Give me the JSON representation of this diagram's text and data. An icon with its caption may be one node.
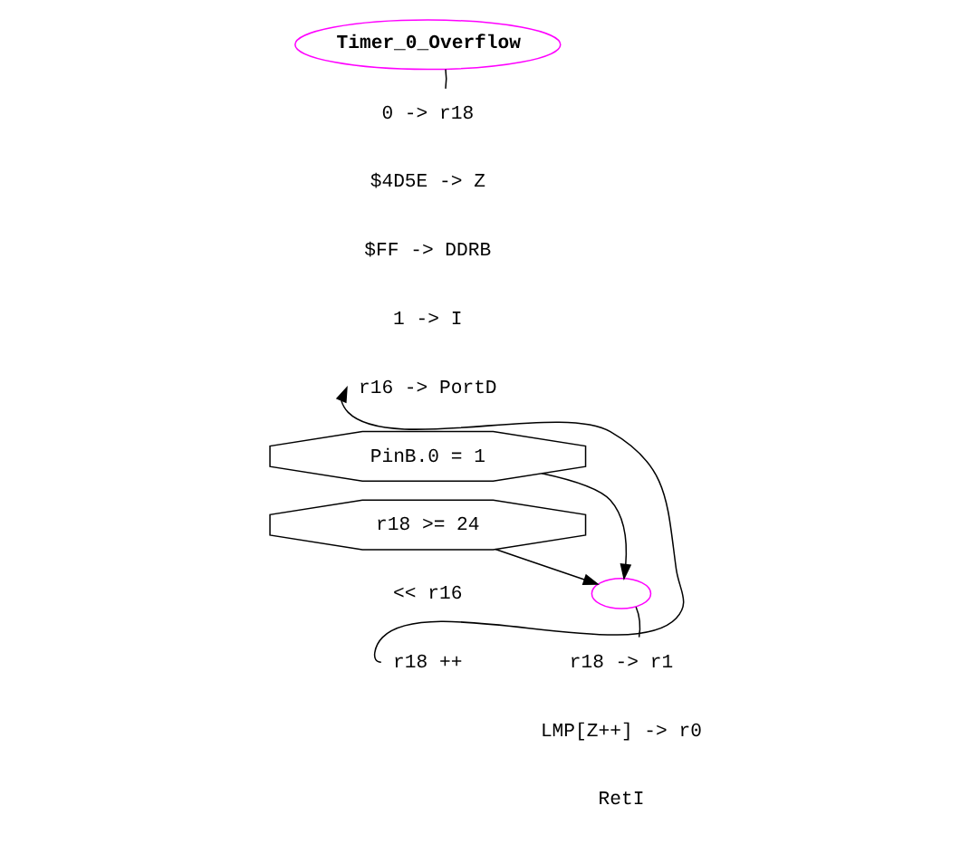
{
  "diagram": {
    "nodes": [
      {
        "text": [
          "Timer_0_Overflow"
        ]
      },
      {
        "text": [
          "0 -> r18"
        ]
      },
      {
        "text": [
          "$4D5E -> Z"
        ]
      },
      {
        "text": [
          "$FF -> DDRB"
        ]
      },
      {
        "text": [
          "1 -> I"
        ]
      },
      {
        "text": [
          "r16 -> PortD"
        ]
      },
      {
        "text": [
          "PinB.0 = 1"
        ]
      },
      {
        "text": [
          "r18 >= 24"
        ]
      },
      {
        "text": [
          "<< r16"
        ]
      },
      {
        "text": [
          "r18 ++"
        ]
      },
      {
        "text": [],
        "shape": "circle"
      },
      {
        "text": [
          "r18 -> r1"
        ]
      },
      {
        "text": [
          "LMP[Z++] -> r0"
        ]
      },
      {
        "text": [
          "RetI"
        ]
      }
    ],
    "edges": [
      {
        "from": 0,
        "to": 1,
        "arrow": "none"
      },
      {
        "from": 9,
        "to": 5,
        "arrow": "to"
      },
      {
        "from": 6,
        "to": 10,
        "arrow": "to"
      },
      {
        "from": 7,
        "to": 10,
        "arrow": "to"
      },
      {
        "from": 10,
        "to": 11,
        "arrow": "none"
      }
    ]
  }
}
